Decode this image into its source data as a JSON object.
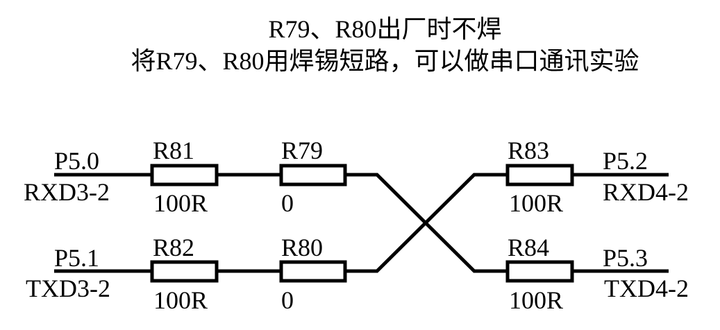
{
  "title": {
    "line1": "R79、R80出厂时不焊",
    "line2": "将R79、R80用焊锡短路，可以做串口通讯实验"
  },
  "left_ports": [
    {
      "pin": "P5.0",
      "signal": "RXD3-2"
    },
    {
      "pin": "P5.1",
      "signal": "TXD3-2"
    }
  ],
  "right_ports": [
    {
      "pin": "P5.2",
      "signal": "RXD4-2"
    },
    {
      "pin": "P5.3",
      "signal": "TXD4-2"
    }
  ],
  "resistors": {
    "R81": {
      "ref": "R81",
      "value": "100R"
    },
    "R79": {
      "ref": "R79",
      "value": "0"
    },
    "R82": {
      "ref": "R82",
      "value": "100R"
    },
    "R80": {
      "ref": "R80",
      "value": "0"
    },
    "R83": {
      "ref": "R83",
      "value": "100R"
    },
    "R84": {
      "ref": "R84",
      "value": "100R"
    }
  }
}
